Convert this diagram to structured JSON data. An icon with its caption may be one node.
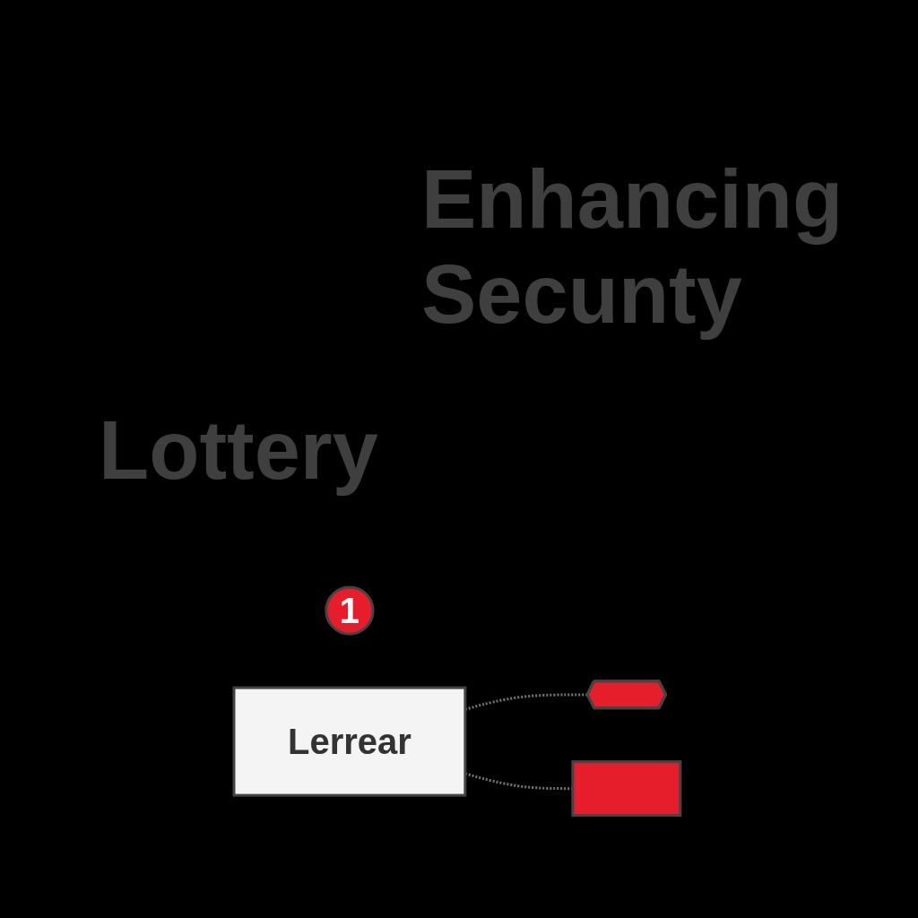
{
  "diagram": {
    "title": "Enhancing Secunty",
    "nodes": [
      {
        "text": [
          "1"
        ]
      },
      {
        "text": [
          "Lerrear"
        ]
      },
      {
        "text": [],
        "shape": "shield"
      },
      {
        "text": [],
        "shape": "lock"
      }
    ],
    "edges": [
      {
        "from": 1,
        "to": 2,
        "arrow": "none",
        "style": "dashed"
      },
      {
        "from": 1,
        "to": 3,
        "arrow": "none",
        "style": "dashed"
      }
    ],
    "labels": [
      "Lottery"
    ]
  }
}
